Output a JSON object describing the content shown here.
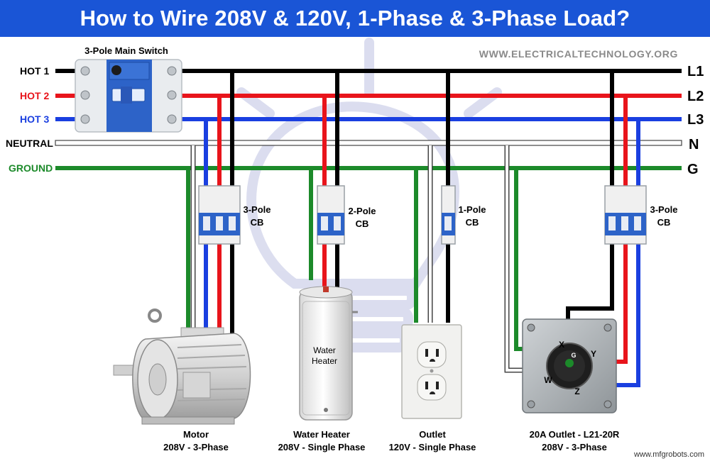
{
  "title": "How to Wire 208V & 120V, 1-Phase & 3-Phase Load?",
  "watermark": "WWW.ELECTRICALTECHNOLOGY.ORG",
  "credit": "www.mfgrobots.com",
  "main_switch_label": "3-Pole Main Switch",
  "lines": {
    "hot1": {
      "left": "HOT 1",
      "right": "L1",
      "color": "#000000"
    },
    "hot2": {
      "left": "HOT 2",
      "right": "L2",
      "color": "#e8141b"
    },
    "hot3": {
      "left": "HOT 3",
      "right": "L3",
      "color": "#1a3fe0"
    },
    "neutral": {
      "left": "NEUTRAL",
      "right": "N",
      "color": "#ffffff"
    },
    "ground": {
      "left": "GROUND",
      "right": "G",
      "color": "#1c8a2a"
    }
  },
  "breakers": {
    "cb1": {
      "line1": "3-Pole",
      "line2": "CB"
    },
    "cb2": {
      "line1": "2-Pole",
      "line2": "CB"
    },
    "cb3": {
      "line1": "1-Pole",
      "line2": "CB"
    },
    "cb4": {
      "line1": "3-Pole",
      "line2": "CB"
    }
  },
  "loads": {
    "motor": {
      "name": "Motor",
      "spec": "208V - 3-Phase"
    },
    "heater": {
      "name": "Water Heater",
      "spec": "208V - Single Phase",
      "tank_line1": "Water",
      "tank_line2": "Heater"
    },
    "outlet": {
      "name": "Outlet",
      "spec": "120V - Single Phase"
    },
    "l21": {
      "name": "20A Outlet - L21-20R",
      "spec": "208V - 3-Phase"
    }
  },
  "terminals": {
    "x": "X",
    "y": "Y",
    "z": "Z",
    "w": "W",
    "g": "G"
  }
}
